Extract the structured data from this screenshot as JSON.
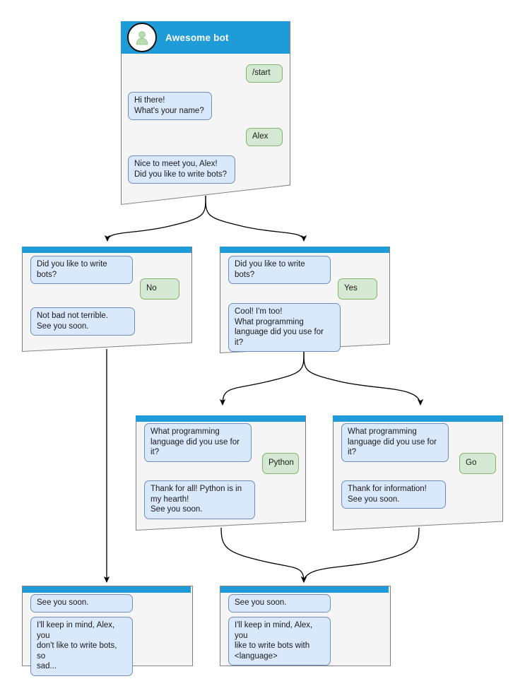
{
  "diagram": {
    "title": "Awesome bot conversation flow",
    "colors": {
      "header_blue": "#1f9bd7",
      "card_bg": "#f5f5f5",
      "card_border": "#808080",
      "bot_bubble_fill": "#dae8fc",
      "bot_bubble_border": "#6c8ebf",
      "user_bubble_fill": "#d5e8d4",
      "user_bubble_border": "#82b366",
      "connector": "#000000"
    }
  },
  "nodes": {
    "root": {
      "id": "root",
      "bot_name": "Awesome bot",
      "avatar_icon": "person-avatar-icon",
      "messages": [
        {
          "role": "user",
          "text": "/start"
        },
        {
          "role": "bot",
          "text": "Hi there!\nWhat's your name?"
        },
        {
          "role": "user",
          "text": "Alex"
        },
        {
          "role": "bot",
          "text": "Nice to meet you, Alex!\nDid you like to write bots?"
        }
      ]
    },
    "no_branch": {
      "id": "no-branch",
      "messages": [
        {
          "role": "bot",
          "text": "Did you like to write bots?"
        },
        {
          "role": "user",
          "text": "No"
        },
        {
          "role": "bot",
          "text": "Not bad not terrible.\nSee you soon."
        }
      ]
    },
    "yes_branch": {
      "id": "yes-branch",
      "messages": [
        {
          "role": "bot",
          "text": "Did you like to write bots?"
        },
        {
          "role": "user",
          "text": "Yes"
        },
        {
          "role": "bot",
          "text": "Cool! I'm too!\nWhat programming\nlanguage did you use for it?"
        }
      ]
    },
    "python_branch": {
      "id": "python-branch",
      "messages": [
        {
          "role": "bot",
          "text": "What programming\nlanguage did you use for it?"
        },
        {
          "role": "user",
          "text": "Python"
        },
        {
          "role": "bot",
          "text": "Thank for all! Python is in\nmy hearth!\nSee you soon."
        }
      ]
    },
    "go_branch": {
      "id": "go-branch",
      "messages": [
        {
          "role": "bot",
          "text": "What programming\nlanguage did you use for it?"
        },
        {
          "role": "user",
          "text": "Go"
        },
        {
          "role": "bot",
          "text": "Thank for information!\nSee you soon."
        }
      ]
    },
    "end_no": {
      "id": "end-no",
      "messages": [
        {
          "role": "bot",
          "text": "See you soon."
        },
        {
          "role": "bot",
          "text": "I'll keep in mind, Alex, you\ndon't like to write bots, so\nsad..."
        }
      ]
    },
    "end_yes": {
      "id": "end-yes",
      "messages": [
        {
          "role": "bot",
          "text": "See you soon."
        },
        {
          "role": "bot",
          "text": "I'll keep in mind, Alex, you\nlike to write bots with\n<language>"
        }
      ]
    }
  }
}
